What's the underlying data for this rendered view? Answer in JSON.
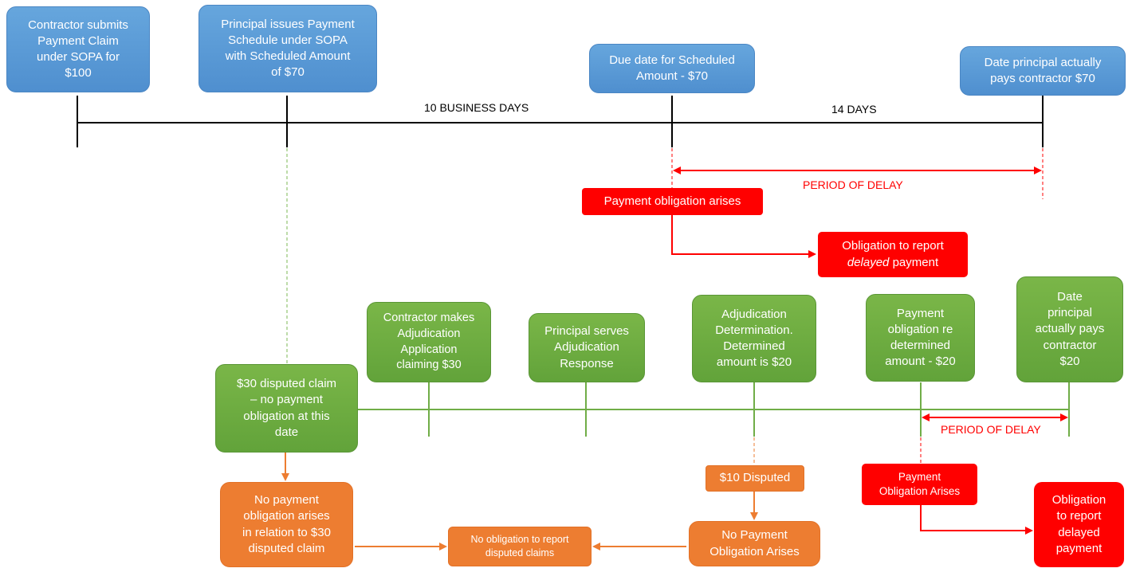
{
  "top_events": {
    "claim": "Contractor submits\nPayment Claim\nunder SOPA for\n$100",
    "schedule": "Principal issues Payment\nSchedule under SOPA\nwith Scheduled Amount\nof $70",
    "due_date": "Due date for Scheduled\nAmount - $70",
    "paid": "Date principal actually\npays contractor $70"
  },
  "top_labels": {
    "business_days": "10 BUSINESS DAYS",
    "days": "14 DAYS",
    "delay": "PERIOD OF DELAY"
  },
  "top_red": {
    "obligation_arises": "Payment obligation arises",
    "report_prefix": "Obligation to report",
    "report_italic": "delayed",
    "report_suffix": " payment"
  },
  "bottom_events": {
    "disputed": "$30 disputed claim\n– no payment\nobligation at this\ndate",
    "adj_app": "Contractor makes\nAdjudication\nApplication\nclaiming $30",
    "adj_resp": "Principal serves\nAdjudication\nResponse",
    "adj_det": "Adjudication\nDetermination.\nDetermined\namount is $20",
    "pay_ob": "Payment\nobligation re\ndetermined\namount - $20",
    "paid20": "Date\nprincipal\nactually pays\ncontractor\n$20"
  },
  "bottom_labels": {
    "delay": "PERIOD OF DELAY"
  },
  "bottom_orange": {
    "no_ob_30": "No payment\nobligation arises\nin relation to $30\ndisputed claim",
    "no_report": "No obligation to report\ndisputed claims",
    "disputed10": "$10 Disputed",
    "no_ob": "No Payment\nObligation Arises"
  },
  "bottom_red": {
    "ob_arises": "Payment\nObligation Arises",
    "report": "Obligation\nto report\ndelayed\npayment"
  },
  "colors": {
    "black_line": "#000000",
    "green_line": "#70ad47",
    "orange_line": "#ed7d31",
    "red": "#ff0000",
    "dashed_green": "#a9d18e"
  }
}
